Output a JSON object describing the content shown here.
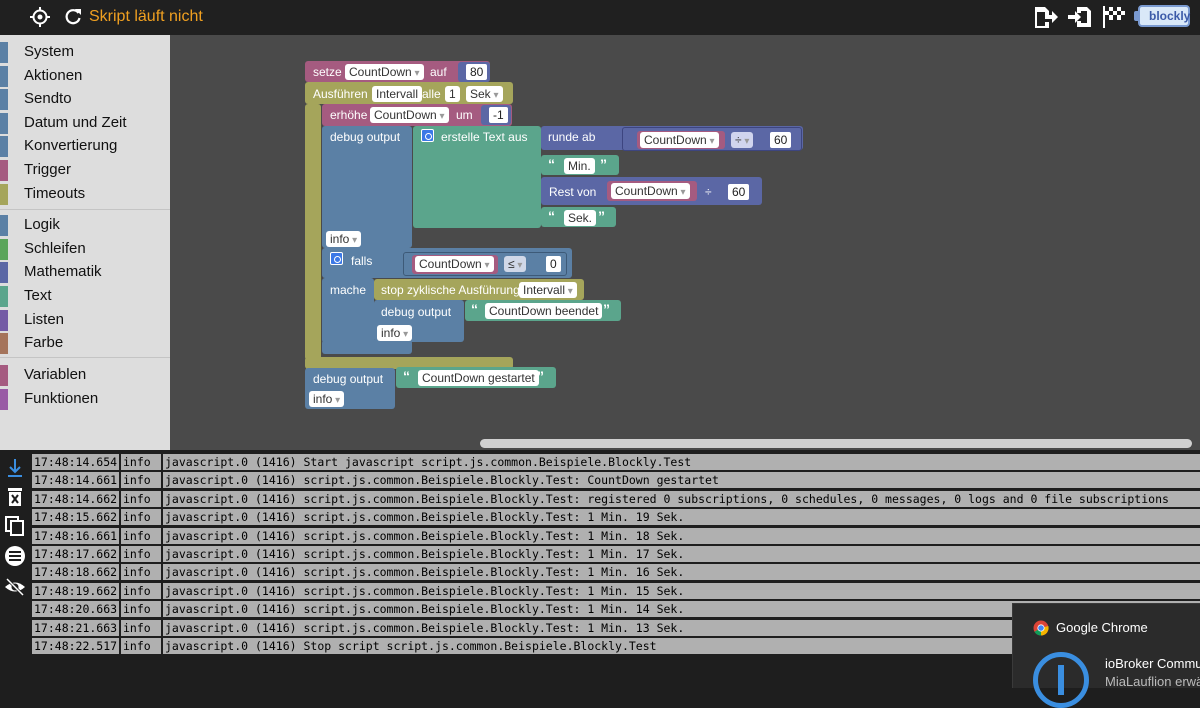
{
  "topbar": {
    "status": "Skript läuft nicht",
    "blockly_label": "blockly",
    "icons": [
      "target-icon",
      "reload-icon",
      "export-icon",
      "import-icon",
      "checkered-flag-icon"
    ]
  },
  "toolbox": {
    "group1": [
      {
        "label": "System",
        "color": "#5b80a5"
      },
      {
        "label": "Aktionen",
        "color": "#5b80a5"
      },
      {
        "label": "Sendto",
        "color": "#5b80a5"
      },
      {
        "label": "Datum und Zeit",
        "color": "#5b80a5"
      },
      {
        "label": "Konvertierung",
        "color": "#5b80a5"
      },
      {
        "label": "Trigger",
        "color": "#a55b80"
      },
      {
        "label": "Timeouts",
        "color": "#a5a55b"
      }
    ],
    "group2": [
      {
        "label": "Logik",
        "color": "#5b80a5"
      },
      {
        "label": "Schleifen",
        "color": "#5ba55b"
      },
      {
        "label": "Mathematik",
        "color": "#5b67a5"
      },
      {
        "label": "Text",
        "color": "#5ba58c"
      },
      {
        "label": "Listen",
        "color": "#745ba5"
      },
      {
        "label": "Farbe",
        "color": "#a5745b"
      }
    ],
    "group3": [
      {
        "label": "Variablen",
        "color": "#a55b80"
      },
      {
        "label": "Funktionen",
        "color": "#995ba5"
      }
    ]
  },
  "blocks": {
    "setze": "setze",
    "var": "CountDown",
    "auf": "auf",
    "val80": "80",
    "ausfuehren": "Ausführen",
    "intervall": "Intervall",
    "alle": "alle",
    "val1": "1",
    "sek": "Sek",
    "erhoehe": "erhöhe",
    "um": "um",
    "valm1": "-1",
    "debug_output": "debug output",
    "erstelle_text": "erstelle Text aus",
    "runde_ab": "runde ab",
    "div": "÷",
    "val60": "60",
    "min": "Min.",
    "rest_von": "Rest von",
    "sek_text": "Sek.",
    "info": "info",
    "falls": "falls",
    "le": "≤",
    "val0": "0",
    "mache": "mache",
    "stop": "stop zyklische Ausführung",
    "countdown_beendet": "CountDown beendet",
    "countdown_gestartet": "CountDown gestartet",
    "quote_open": "“",
    "quote_close": "”"
  },
  "log": [
    {
      "time": "17:48:14.654",
      "level": "info",
      "msg": "javascript.0 (1416) Start javascript script.js.common.Beispiele.Blockly.Test"
    },
    {
      "time": "17:48:14.661",
      "level": "info",
      "msg": "javascript.0 (1416) script.js.common.Beispiele.Blockly.Test: CountDown gestartet"
    },
    {
      "time": "17:48:14.662",
      "level": "info",
      "msg": "javascript.0 (1416) script.js.common.Beispiele.Blockly.Test: registered 0 subscriptions, 0 schedules, 0 messages, 0 logs and 0 file subscriptions"
    },
    {
      "time": "17:48:15.662",
      "level": "info",
      "msg": "javascript.0 (1416) script.js.common.Beispiele.Blockly.Test: 1 Min. 19 Sek."
    },
    {
      "time": "17:48:16.661",
      "level": "info",
      "msg": "javascript.0 (1416) script.js.common.Beispiele.Blockly.Test: 1 Min. 18 Sek."
    },
    {
      "time": "17:48:17.662",
      "level": "info",
      "msg": "javascript.0 (1416) script.js.common.Beispiele.Blockly.Test: 1 Min. 17 Sek."
    },
    {
      "time": "17:48:18.662",
      "level": "info",
      "msg": "javascript.0 (1416) script.js.common.Beispiele.Blockly.Test: 1 Min. 16 Sek."
    },
    {
      "time": "17:48:19.662",
      "level": "info",
      "msg": "javascript.0 (1416) script.js.common.Beispiele.Blockly.Test: 1 Min. 15 Sek."
    },
    {
      "time": "17:48:20.663",
      "level": "info",
      "msg": "javascript.0 (1416) script.js.common.Beispiele.Blockly.Test: 1 Min. 14 Sek."
    },
    {
      "time": "17:48:21.663",
      "level": "info",
      "msg": "javascript.0 (1416) script.js.common.Beispiele.Blockly.Test: 1 Min. 13 Sek."
    },
    {
      "time": "17:48:22.517",
      "level": "info",
      "msg": "javascript.0 (1416) Stop script script.js.common.Beispiele.Blockly.Test"
    }
  ],
  "notification": {
    "app": "Google Chrome",
    "title": "ioBroker Commu",
    "subtitle": "MiaLauflion erwä"
  },
  "colors": {
    "variables": "#a55b80",
    "timeouts": "#a5a55b",
    "math": "#5b67a5",
    "text": "#5ba58c",
    "logic": "#5b80a5",
    "status": "#f0a020"
  }
}
